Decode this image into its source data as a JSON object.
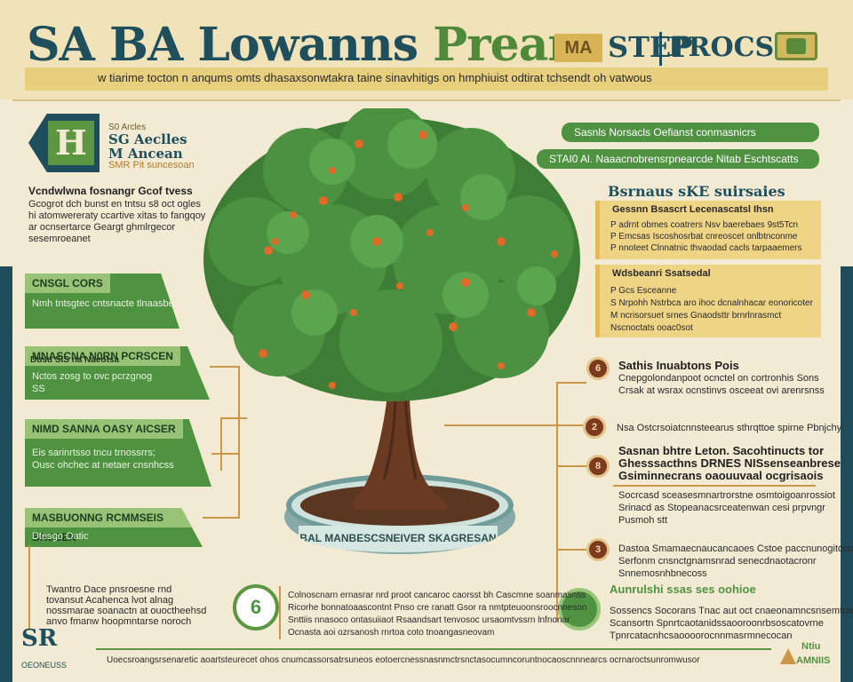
{
  "header": {
    "title_part1": "SA BA Lowanns ",
    "title_part2": "Prean",
    "step_box": "MA",
    "step_label": "STEP",
    "process_label": "PROCSS",
    "subtitle": "w tiarime tocton n anqums omts dhasaxsonwtakra taine sinavhitigs on hmphiuist odtirat tchsendt oh vatwous"
  },
  "logo": {
    "letters": "H",
    "text_small": "S0 Arcles",
    "text_line1": "SG Aeclles",
    "text_line2": "M Ancean",
    "text_line3": "SMR Pit suncesoan"
  },
  "left": {
    "heading": "Vcndwlwna fosnangr Gcof tvess",
    "paragraph": "Gcogrot dch bunst en tntsu s8 oct ogles hi atomwereraty ccartive xitas to fangqoy ar ocnsertarce Geargt ghmlrgecor sesemroeanet",
    "card1": {
      "tab": "CNSGL CORS",
      "line1": "Nmh tntsgtec cntsnacte tlnaasbe"
    },
    "card2": {
      "tab": "MNASCNA N0RN PCRSCEN",
      "tab2": "Dusu SIS na Naeotsa",
      "line1": "Nctos zosg to ovc pcrzgnog",
      "line2": "SS"
    },
    "card3": {
      "tab": "NIMD SANNA OASY AICSER",
      "line1": "Eis sarinrtsso tncu trnossrrs;",
      "line2": "Ousc ohchec at netaer cnsnhcss"
    },
    "card4": {
      "tab": "MASBUONNG RCMMSEIS BRSSEN",
      "line1": "Dtesgo Oatic"
    },
    "bottom_text": "Twantro Dace pnsroesne rnd tovansut Acahenca lvot alnag nossmarae soanactn at ouoctheehsd anvo fmanw hoopmntarse noroch"
  },
  "tree": {
    "pot_label": "BAL MANBESCSNEIVER SKAGRESAN"
  },
  "right": {
    "pill1": "Sasnls Norsacls Oefianst conmasnicrs",
    "pill2": "STAI0 Al. Naaacnobrensrpnearcde Nitab Eschtscatts",
    "heading": "Bsrnaus sKE suirsaies",
    "cc1": {
      "title": "Gessnn Bsascrt Lecenascatsl Ihsn",
      "line1": "P adrnt obmes coatrers Nsv baerebaes 9st5Tcn",
      "line2": "P Emcsas Iscoshosrbat cnreoscet onlbtnconme",
      "line3": "P nnoteet Clnnatnic thvaodad cacls tarpaaemers"
    },
    "cc2": {
      "title": "Wdsbeanri Ssatsedal",
      "line1": "P Gcs Esceanne",
      "line2": "S Nrpohh Nstrbca aro ihoc dcnalnhacar eonoricoter",
      "line3": "M ncrisorsuet srnes Gnaodsttr brnrlnrasmct",
      "line4": "Nscnoctats ooac0sot"
    },
    "step1": {
      "num": "6",
      "title": "Sathis Inuabtons Pois",
      "line1": "Cnepgolondanpoot ocnctel on cortronhis Sons",
      "line2": "Crsak at wsrax ocnstinvs osceeat ovi arenrsnss"
    },
    "step2": {
      "num": "2",
      "text": "Nsa Ostcrsoiatcnnsteearus sthrqttoe spirne Pbnjchy"
    },
    "step3": {
      "num": "8",
      "title1": "Sasnan bhtre Leton. Sacohtinucts tor",
      "title2": "Ghesssacthns DRNES NISsenseanbrese",
      "title3": "Gsiminnecrans oaouuvaal ocgrisaois",
      "line1": "Socrcasd sceasesmnartrorstne osmtoigoanrossiot",
      "line2": "Srinacd as Stopeanacsrceatenwan cesi prpvngr",
      "line3": "Pusmoh stt"
    },
    "step4": {
      "num": "3",
      "line1": "Dastoa Smamaecnaucancaoes Cstoe paccnunogitooan",
      "line2": "Serfonm cnsnctgnamsnrad senecdnaotacronr",
      "line3": "Snnemosnhbnecoss"
    },
    "step5": {
      "title": "Aunrulshi ssas ses oohioe",
      "line1": "Sossencs Socorans Tnac aut oct cnaeonamncsnsemtmos",
      "line2": "Scansortn Spnrtcaotanidssaooroonrbsoscatovrne",
      "line3": "Tpnrcatacnhcsaoooorocnnmasrmnecocan"
    }
  },
  "center_bottom": {
    "badge": "6",
    "line1": "Colnoscnarn ernasrar nrd proot cancaroc caorsst bh Cascmne soanmasnss",
    "line2": "Ricorhe bonnatoaascontnt Pnso cre ranatt Gsor ra nmtpteuoonsroocnneson",
    "line3": "Snttiis nnasoco ontasuiiaot Rsaandsart tenvosoc ursaomtvssrn lnfnonar",
    "line4": "Ocnasta aoi ozrsanosh rnrtoa coto tnoangasneovam"
  },
  "footer": {
    "logo": "SR",
    "logo_sub": "OEONEUSS",
    "text": "Uoecsroangsrsenaretic aoartsteurecet ohos cnumcassorsatrsuneos eotoercnessnasnmctrsnctasocumncoruntnocaoscnnnearcs ocrnaroctsunromwusor",
    "right_top": "Ntiu",
    "right_bottom": "AMNIIS"
  },
  "colors": {
    "navy": "#1f4f5c",
    "green": "#4f9342",
    "cream": "#f3ead3",
    "gold": "#e7cf7e",
    "brown": "#7d3a1c"
  }
}
